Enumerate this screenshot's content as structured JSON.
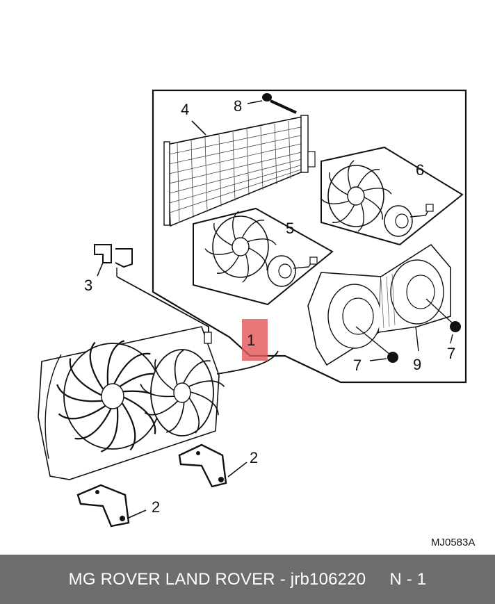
{
  "diagram": {
    "reference_code": "MJ0583A",
    "highlight_color": "#e35a5a",
    "callouts": [
      {
        "id": "1",
        "label": "1"
      },
      {
        "id": "2a",
        "label": "2"
      },
      {
        "id": "2b",
        "label": "2"
      },
      {
        "id": "3",
        "label": "3"
      },
      {
        "id": "4",
        "label": "4"
      },
      {
        "id": "5",
        "label": "5"
      },
      {
        "id": "6",
        "label": "6"
      },
      {
        "id": "7a",
        "label": "7"
      },
      {
        "id": "7b",
        "label": "7"
      },
      {
        "id": "8",
        "label": "8"
      },
      {
        "id": "9",
        "label": "9"
      }
    ]
  },
  "footer": {
    "part_text": "MG ROVER LAND ROVER - jrb106220",
    "position_text": "N - 1",
    "background": "#6d6d6d"
  }
}
